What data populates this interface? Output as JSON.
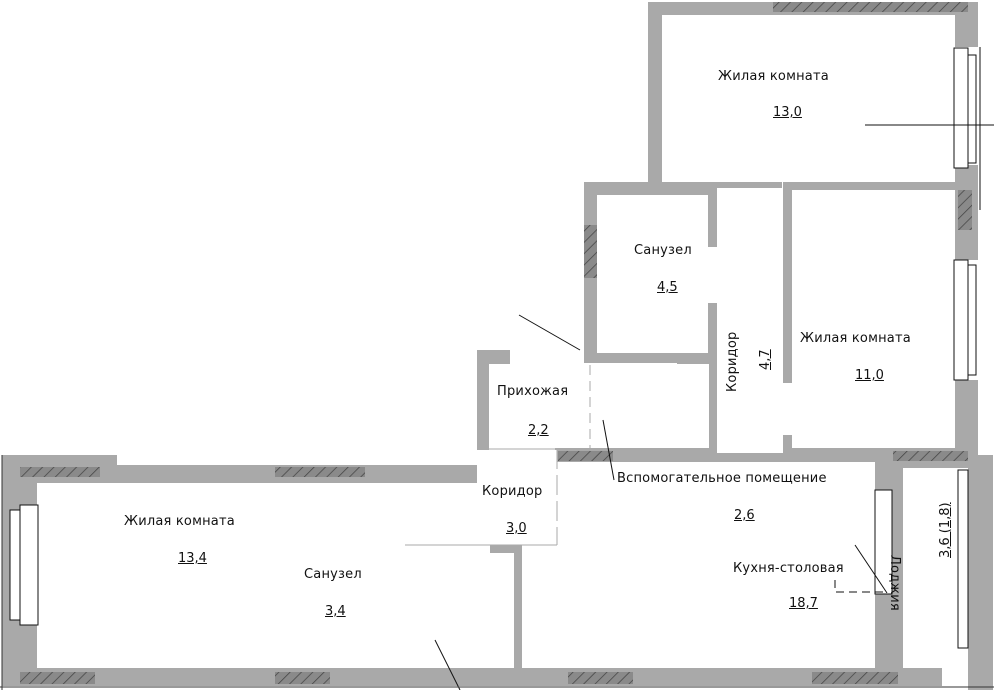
{
  "plan": {
    "colors": {
      "wall": "#a9a9a9",
      "hatch": "#7a7a7a",
      "floor": "#ffffff",
      "line": "#111111"
    },
    "rooms": [
      {
        "name": "Жилая комната",
        "area": "13,0"
      },
      {
        "name": "Санузел",
        "area": "4,5"
      },
      {
        "name": "Коридор",
        "area": "4,7"
      },
      {
        "name": "Жилая комната",
        "area": "11,0"
      },
      {
        "name": "Прихожая",
        "area": "2,2"
      },
      {
        "name": "Коридор",
        "area": "3,0"
      },
      {
        "name": "Вспомогательное помещение",
        "area": "2,6"
      },
      {
        "name": "Кухня-столовая",
        "area": "18,7"
      },
      {
        "name": "Жилая комната",
        "area": "13,4"
      },
      {
        "name": "Санузел",
        "area": "3,4"
      },
      {
        "name": "Лоджия",
        "area": "3,6 (1,8)"
      }
    ]
  }
}
